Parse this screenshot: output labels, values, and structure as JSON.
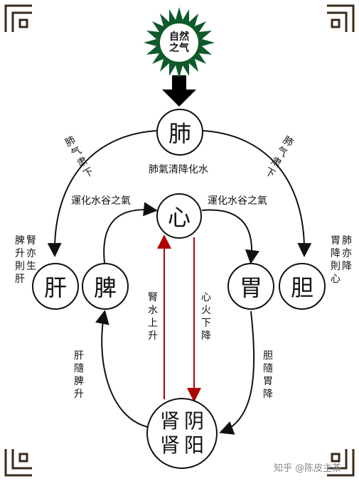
{
  "sun": {
    "line1": "自然",
    "line2": "之气",
    "color": "#0e5a2a"
  },
  "nodes": {
    "fei": "肺",
    "xin": "心",
    "gan": "肝",
    "pi": "脾",
    "wei": "胃",
    "dan": "胆",
    "shen1": "肾",
    "shen2": "肾",
    "yin": "阴",
    "yang": "阳"
  },
  "labels": {
    "fei_center": "肺氣清降化水",
    "left_arc": "肺气肃下",
    "right_arc": "肺气肃下",
    "left_transform": "運化水谷之氣",
    "right_transform": "運化水谷之氣",
    "pi_sheng": "脾升則肝腎亦生",
    "wei_jiang": "胃降則心肺亦降",
    "shen_shui": "腎水上升",
    "xin_huo": "心火下降",
    "gan_sui": "肝隨脾升",
    "dan_sui": "胆隨胃降"
  },
  "watermark": "知乎 @陈皮主茶",
  "colors": {
    "red_line": "#b00000",
    "ink": "#111111",
    "frame": "#3a2a1a"
  }
}
